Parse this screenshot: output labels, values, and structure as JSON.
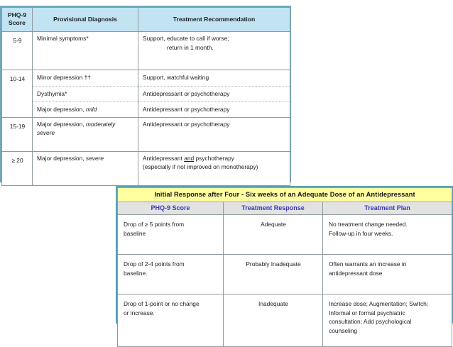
{
  "meta": {
    "page_background": "#ffffff",
    "table1_frame_color": "#6fa8bc",
    "table1_header_fill": "#c2e3f2",
    "table2_frame_color": "#5a9fb8",
    "table2_title_fill": "#ffffa0",
    "table2_header_fill": "#e2e2e2",
    "table2_header_text_color": "#3a3ab4",
    "grid_line_color": "#8f9aa0"
  },
  "table1": {
    "name": "phq9-severity-treatment-table",
    "headers": [
      "PHQ-9\nScore",
      "Provisional Diagnosis",
      "Treatment Recommendation"
    ],
    "header_score_line1": "PHQ-9",
    "header_score_line2": "Score",
    "header_diagnosis": "Provisional Diagnosis",
    "header_treatment": "Treatment Recommendation",
    "rows": [
      {
        "score": "5-9",
        "diagnosis": "Minimal symptoms*",
        "treatment_line1": "Support, educate to call if worse;",
        "treatment_line2": "return in 1 month."
      },
      {
        "score": "10-14",
        "subrows": [
          {
            "diagnosis": "Minor depression ††",
            "treatment": "Support, watchful waiting"
          },
          {
            "diagnosis": "Dysthymia*",
            "treatment": "Antidepressant or psychotherapy"
          },
          {
            "diagnosis_plain": "Major depression, ",
            "diagnosis_italic": "mild",
            "treatment": "Antidepressant or psychotherapy"
          }
        ]
      },
      {
        "score": "15-19",
        "diagnosis_plain": "Major depression, ",
        "diagnosis_italic": "moderately severe",
        "treatment": "Antidepressant or psychotherapy"
      },
      {
        "score": "≥ 20",
        "diagnosis_plain": "Major depression, ",
        "diagnosis_italic": "severe",
        "treatment_pre": "Antidepressant ",
        "treatment_underlined": "and",
        "treatment_post": " psychotherapy",
        "treatment_line2": "(especially if not improved on monotherapy)"
      }
    ]
  },
  "table2": {
    "name": "initial-response-table",
    "title": "Initial Response after Four - Six weeks of an Adequate Dose of an Antidepressant",
    "headers": [
      "PHQ-9 Score",
      "Treatment Response",
      "Treatment Plan"
    ],
    "rows": [
      {
        "score_line1": "Drop of ≥ 5 points from",
        "score_line2": "baseline",
        "response": "Adequate",
        "plan_line1": "No treatment change needed.",
        "plan_line2": "Follow-up in four weeks."
      },
      {
        "score_line1": "Drop of 2-4 points from",
        "score_line2": "baseline.",
        "response": "Probably Inadequate",
        "plan_line1": "Often warrants an increase in",
        "plan_line2": "antidepressant dose"
      },
      {
        "score_line1": "Drop of 1-point or no change",
        "score_line2": "or increase.",
        "response": "Inadequate",
        "plan_line1": "Increase dose; Augmentation; Switch;",
        "plan_line2": "Informal or formal psychiatric",
        "plan_line3": "consultation; Add psychological",
        "plan_line4": "counseling"
      }
    ]
  }
}
